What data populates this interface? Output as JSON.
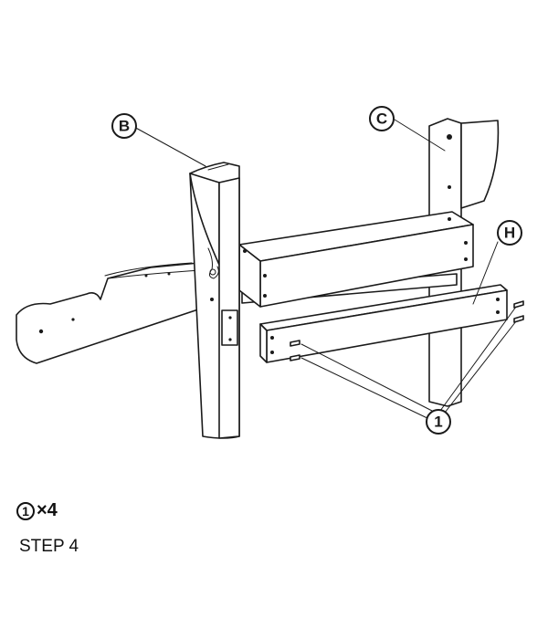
{
  "callouts": {
    "B": "B",
    "C": "C",
    "H": "H",
    "fastener": "1"
  },
  "footer": {
    "fastener_marker": "1",
    "quantity": "×4",
    "step": "STEP 4"
  }
}
